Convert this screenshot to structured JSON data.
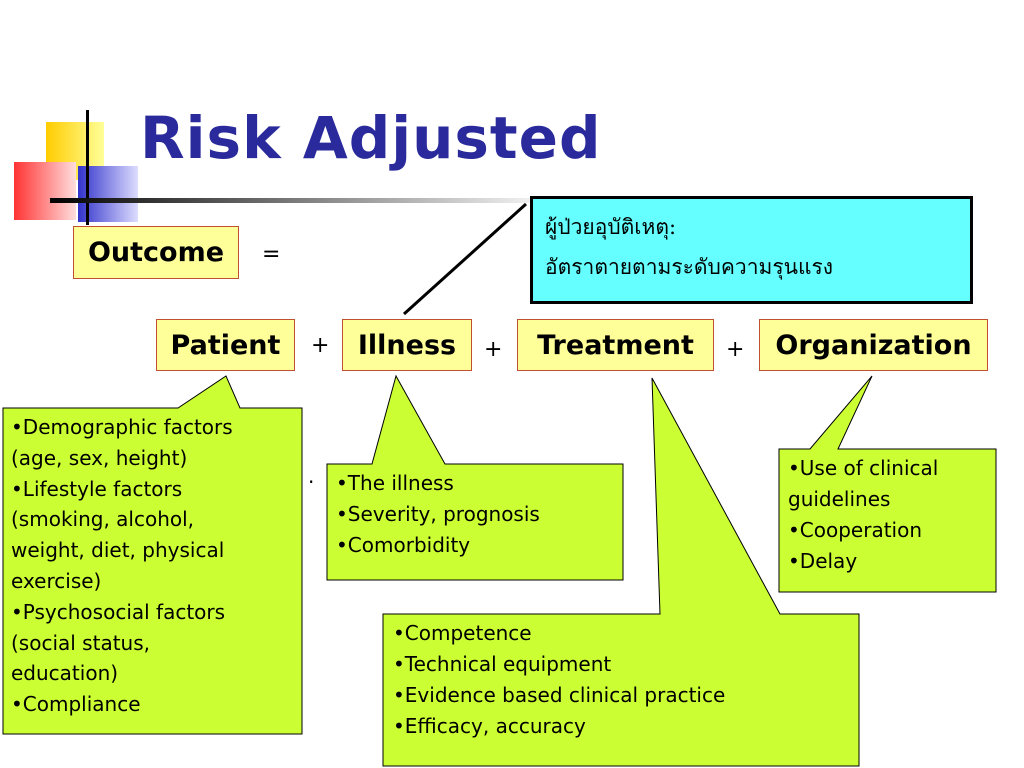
{
  "slide": {
    "title": "Risk Adjusted",
    "outcome": "Outcome",
    "equals": "=",
    "plus": "+",
    "factors": [
      "Patient",
      "Illness",
      "Treatment",
      "Organization"
    ],
    "thai_note": {
      "line1": "ผู้ป่วยอุบัติเหตุ:",
      "line2": "อัตราตายตามระดับความรุนแรง"
    },
    "patient_callout": [
      "•Demographic factors",
      "(age, sex, height)",
      "•Lifestyle factors",
      "(smoking, alcohol,",
      "weight, diet, physical",
      "exercise)",
      "•Psychosocial factors",
      "(social status,",
      "education)",
      "•Compliance"
    ],
    "illness_callout": [
      "•The illness",
      "•Severity, prognosis",
      "•Comorbidity"
    ],
    "treatment_callout": [
      "•Competence",
      "•Technical equipment",
      "•Evidence based clinical practice",
      "•Efficacy, accuracy"
    ],
    "organization_callout": [
      "•Use of clinical",
      "guidelines",
      "•Cooperation",
      "•Delay"
    ],
    "stray_dot": "·"
  },
  "colors": {
    "title": "#2a2a9c",
    "callout_fill": "#ccff33",
    "box_fill": "#ffff99",
    "thai_fill": "#66ffff"
  }
}
